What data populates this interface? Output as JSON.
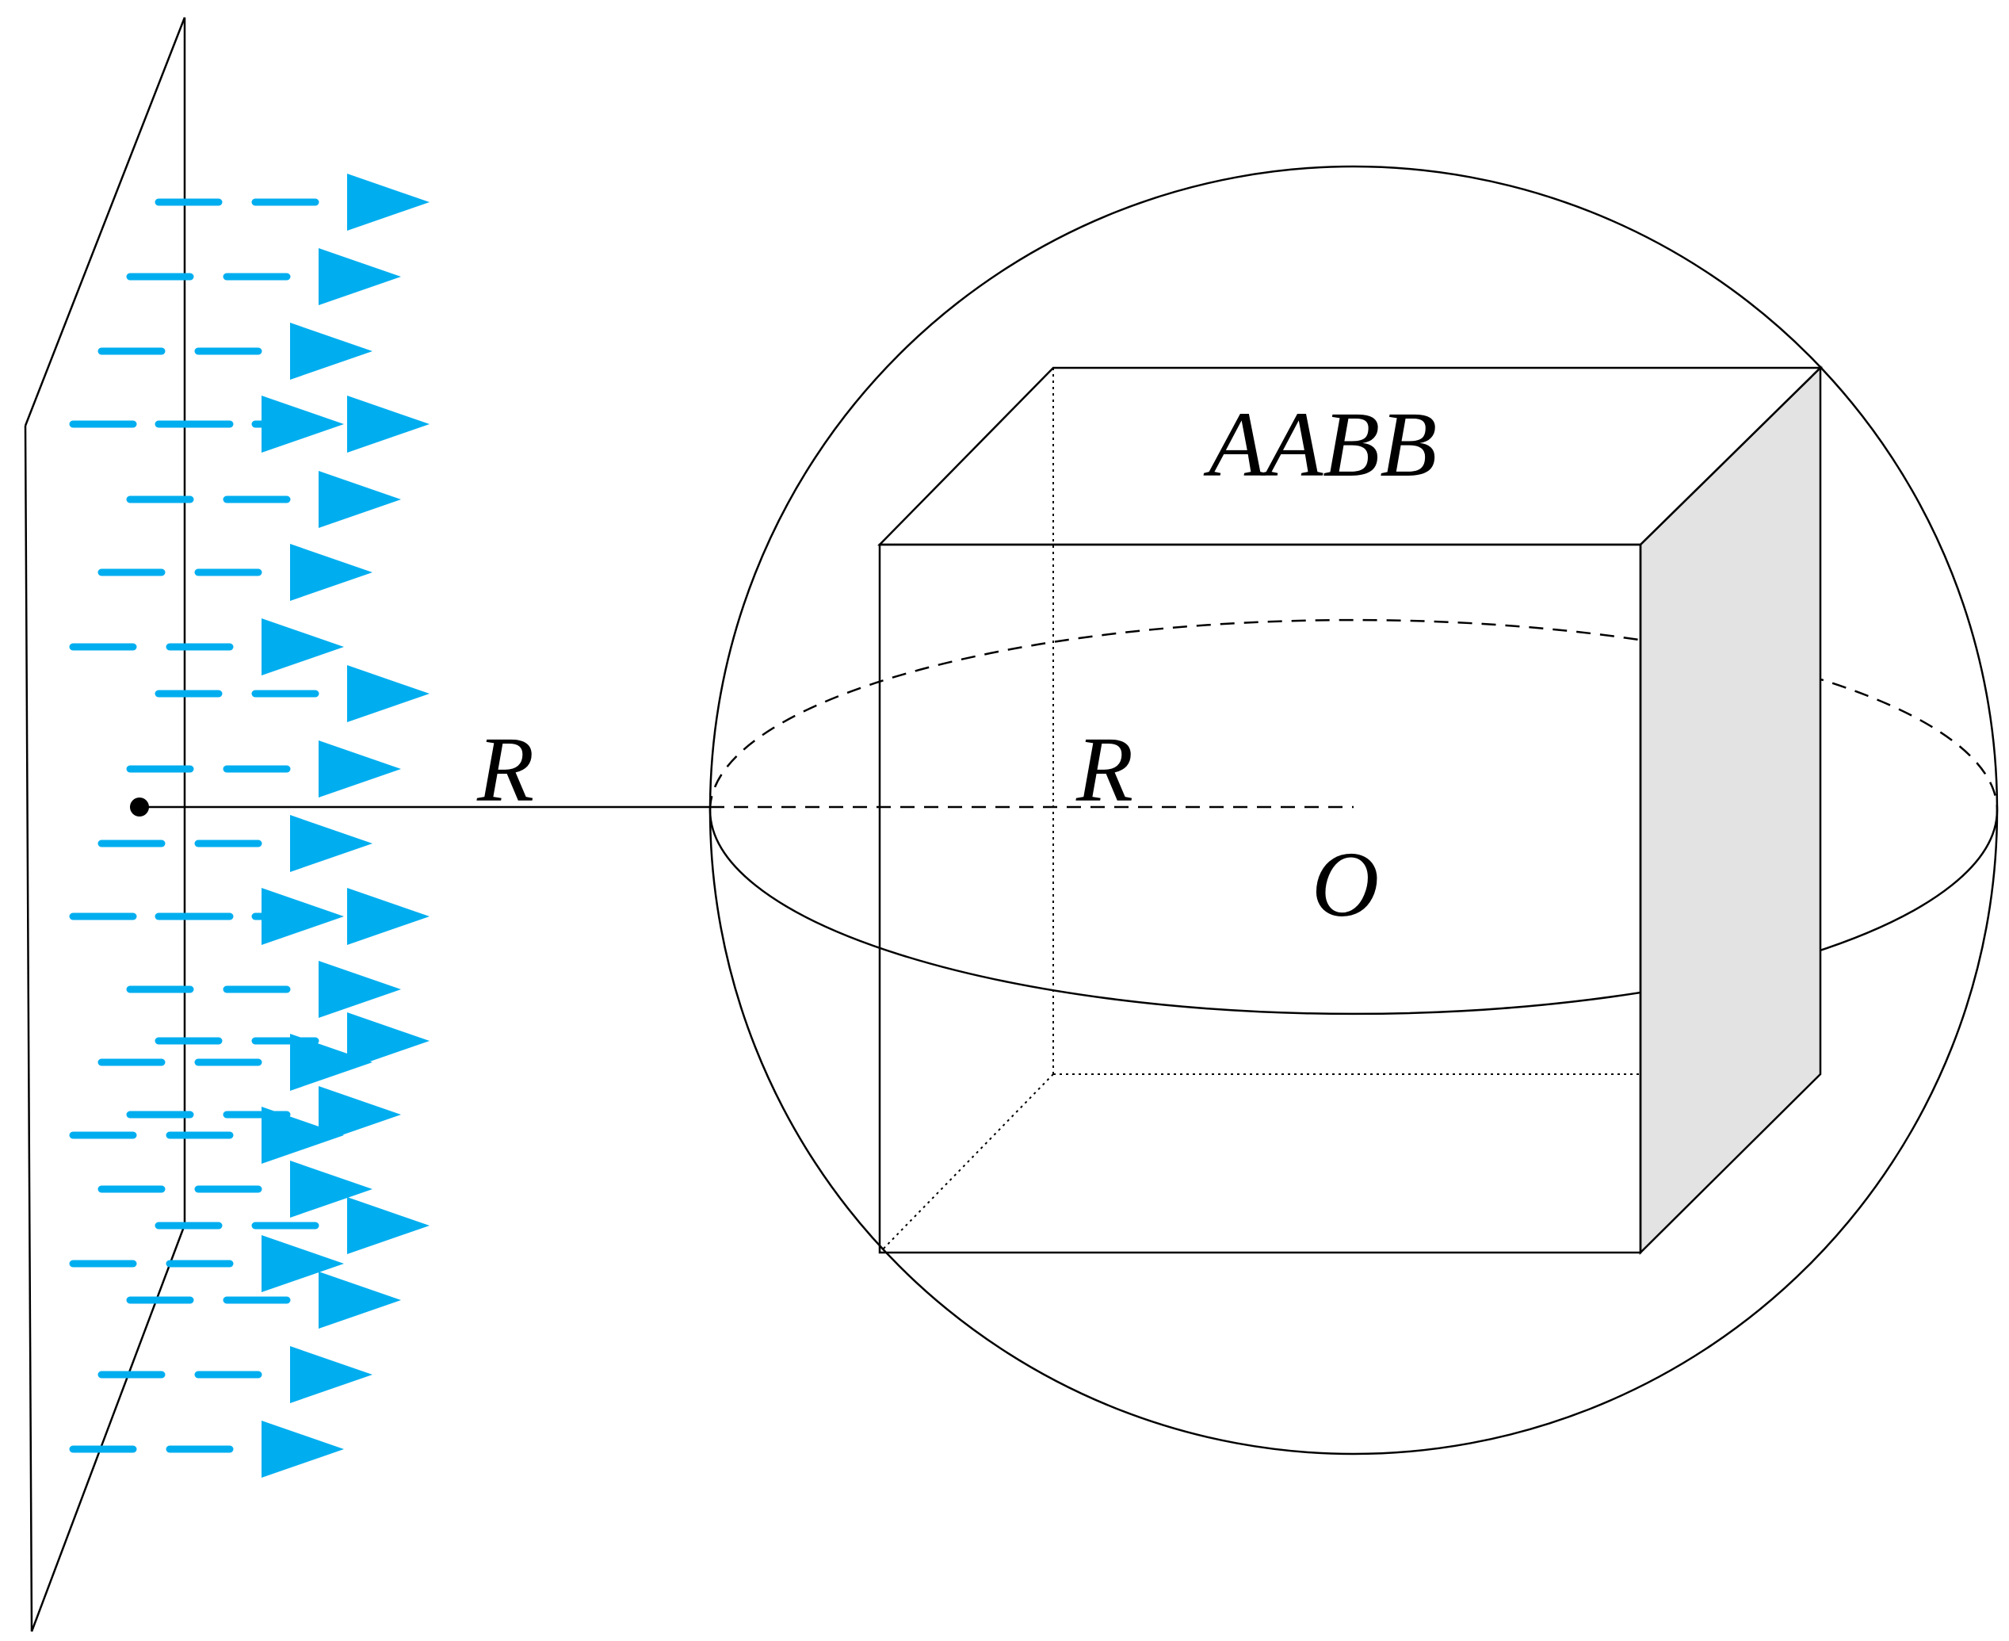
{
  "labels": {
    "box": "AABB",
    "radius_left": "R",
    "radius_right": "R",
    "center": "O"
  },
  "colors": {
    "ray": "#00AEEF",
    "line": "#000000",
    "shaded_face": "#E3E3E3"
  },
  "icons": {
    "ray_arrow": "triangle-right-icon"
  }
}
